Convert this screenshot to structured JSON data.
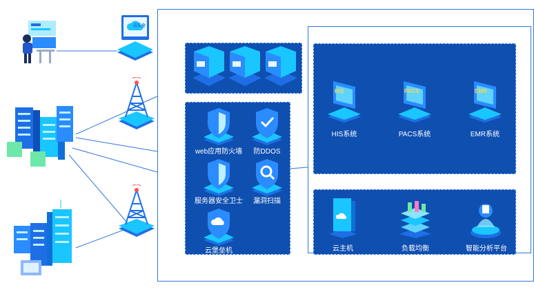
{
  "colors": {
    "frame": "#2f74d8",
    "panel": "#0f4fb0",
    "panel_border": "#9fc6ff",
    "icon_cyan": "#19c6ff",
    "icon_blue": "#1e6fe6"
  },
  "devices": {
    "monitor_screen_text": "云安全"
  },
  "security": {
    "items": [
      {
        "label": "web应用防火墙",
        "icon": "shield-icon"
      },
      {
        "label": "防DDOS",
        "icon": "shield-check-icon"
      },
      {
        "label": "服务器安全卫士",
        "icon": "shield-icon"
      },
      {
        "label": "漏洞扫描",
        "icon": "search-shield-icon"
      },
      {
        "label": "云堡垒机",
        "icon": "cloud-shield-icon"
      }
    ]
  },
  "systems": {
    "items": [
      {
        "label": "HIS系统",
        "badge": "HIS"
      },
      {
        "label": "PACS系统",
        "badge": "PACS"
      },
      {
        "label": "EMR系统",
        "badge": "EMR"
      }
    ]
  },
  "cloud": {
    "items": [
      {
        "label": "云主机",
        "icon": "cloud-host-icon"
      },
      {
        "label": "负载均衡",
        "icon": "load-balancer-icon"
      },
      {
        "label": "智能分析平台",
        "icon": "ai-platform-icon"
      }
    ]
  }
}
